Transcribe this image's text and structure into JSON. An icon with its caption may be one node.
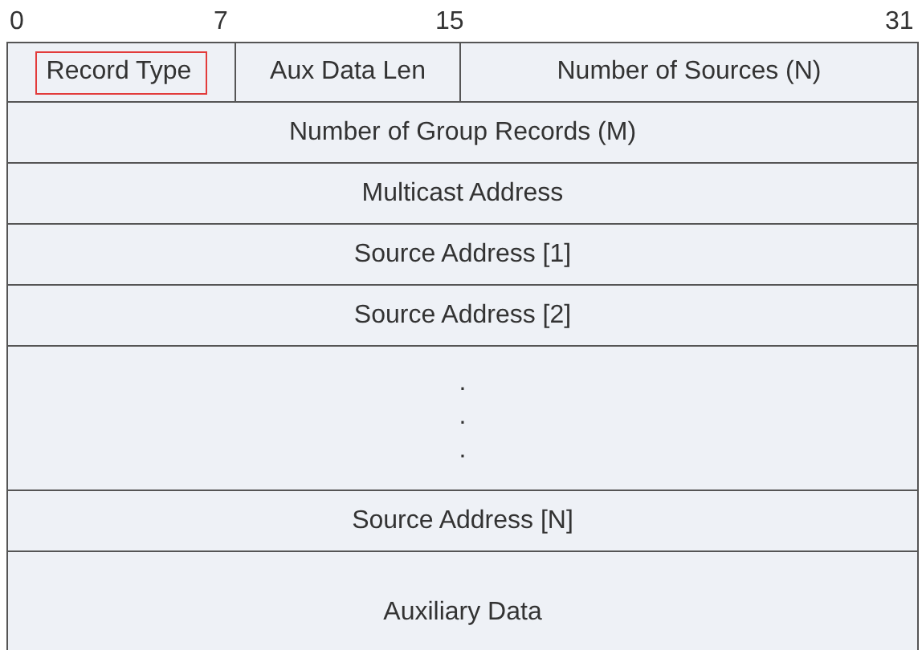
{
  "diagram": {
    "nodes": [
      {
        "text": [
          "Record Type"
        ]
      },
      {
        "text": [
          "Aux Data Len"
        ]
      },
      {
        "text": [
          "Number of Sources (N)"
        ]
      },
      {
        "text": [
          "Number of Group Records (M)"
        ]
      },
      {
        "text": [
          "Multicast Address"
        ]
      },
      {
        "text": [
          "Source Address [1]"
        ]
      },
      {
        "text": [
          "Source Address [2]"
        ]
      },
      {
        "text": [
          ". . ."
        ]
      },
      {
        "text": [
          "Source Address [N]"
        ]
      },
      {
        "text": [
          "Auxiliary Data"
        ]
      }
    ],
    "labels": [
      "0",
      "7",
      "15",
      "31"
    ]
  }
}
